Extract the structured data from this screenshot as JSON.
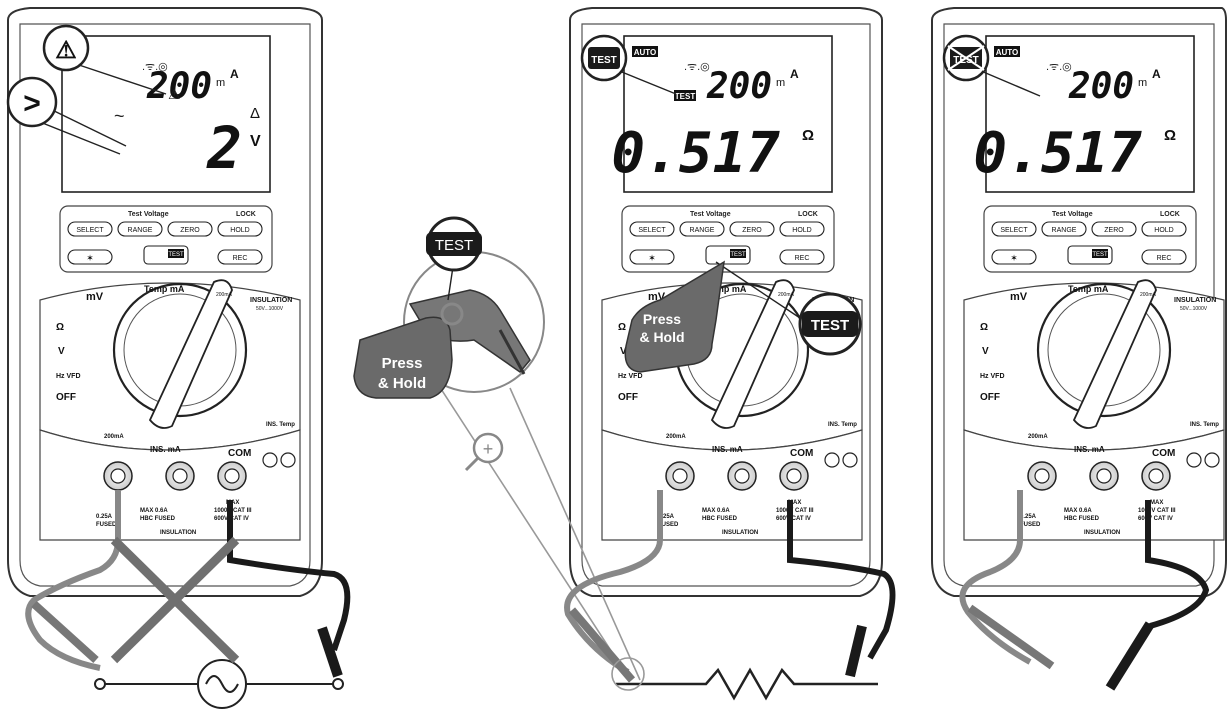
{
  "meters": [
    {
      "id": "left",
      "lcd": {
        "top_value": "200",
        "top_prefix": "m",
        "top_unit": "A",
        "bottom_value": "2",
        "bottom_suffix": "Δ",
        "bottom_unit": "V",
        "ac_symbol": "~"
      },
      "callouts": {
        "hazard_symbol": "⚠",
        "greater_than_symbol": ">"
      }
    },
    {
      "id": "middle",
      "lcd": {
        "auto_label": "AUTO",
        "top_value": "200",
        "top_prefix": "m",
        "top_unit": "A",
        "bottom_value": "0.517",
        "bottom_unit": "Ω",
        "test_indicator": "TEST"
      },
      "callouts": {
        "test_badge": "TEST",
        "test_badge_right": "TEST",
        "press_hold": "Press\n& Hold"
      }
    },
    {
      "id": "right",
      "lcd": {
        "auto_label": "AUTO",
        "top_value": "200",
        "top_prefix": "m",
        "top_unit": "A",
        "bottom_value": "0.517",
        "bottom_unit": "Ω"
      },
      "callouts": {
        "test_crossed": "TEST"
      }
    }
  ],
  "buttons": {
    "select": "SELECT",
    "range": "RANGE",
    "zero": "ZERO",
    "hold": "HOLD",
    "lock": "LOCK",
    "test_voltage": "Test Voltage",
    "backlight": "✶",
    "rec": "REC",
    "insulation_test": "TEST"
  },
  "dial": {
    "mv": "mV",
    "temp_ma": "Temp mA",
    "ohm": "Ω",
    "v": "V",
    "hz_vfd": "Hz VFD",
    "off": "OFF",
    "insulation": "INSULATION",
    "insulation_range": "50V...1000V",
    "ma_200": "200mA"
  },
  "terminals": {
    "ma_label": "200mA",
    "ins_ma": "INS. mA",
    "com": "COM",
    "ins_temp": "INS. Temp",
    "fuse_1": "0.25A",
    "fuse_label": "FUSED",
    "max_label": "MAX 0.6A",
    "hbc": "HBC FUSED",
    "cat_max": "MAX",
    "cat_1": "1000V CAT III",
    "cat_2": "600V CAT IV",
    "insulation_bar": "INSULATION"
  },
  "middle_illustration": {
    "test_badge": "TEST",
    "press_hold": "Press\n& Hold",
    "zoom_symbol": "+"
  },
  "colors": {
    "outline": "#222222",
    "grey_lead": "#888888",
    "dark_lead": "#1a1a1a",
    "badge": "#1b1b1b",
    "hand": "#6a6a6a",
    "cross": "#707070"
  }
}
